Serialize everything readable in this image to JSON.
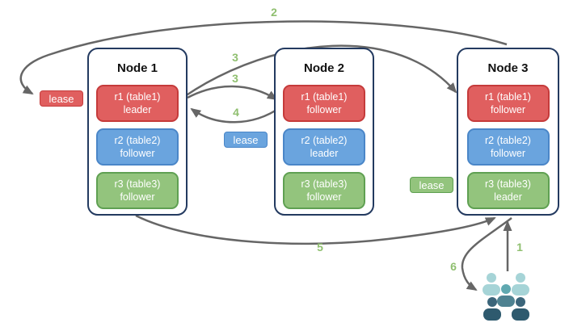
{
  "diagram": {
    "nodes": [
      {
        "title": "Node 1",
        "ranges": [
          {
            "name": "r1 (table1)",
            "role": "leader",
            "color": "#e05f5f"
          },
          {
            "name": "r2 (table2)",
            "role": "follower",
            "color": "#6aa4de"
          },
          {
            "name": "r3 (table3)",
            "role": "follower",
            "color": "#93c47d"
          }
        ]
      },
      {
        "title": "Node 2",
        "ranges": [
          {
            "name": "r1 (table1)",
            "role": "follower",
            "color": "#e05f5f"
          },
          {
            "name": "r2 (table2)",
            "role": "leader",
            "color": "#6aa4de"
          },
          {
            "name": "r3 (table3)",
            "role": "follower",
            "color": "#93c47d"
          }
        ]
      },
      {
        "title": "Node 3",
        "ranges": [
          {
            "name": "r1 (table1)",
            "role": "follower",
            "color": "#e05f5f"
          },
          {
            "name": "r2 (table2)",
            "role": "follower",
            "color": "#6aa4de"
          },
          {
            "name": "r3 (table3)",
            "role": "leader",
            "color": "#93c47d"
          }
        ]
      }
    ],
    "leases": [
      {
        "label": "lease",
        "color": "#e05f5f"
      },
      {
        "label": "lease",
        "color": "#6aa4de"
      },
      {
        "label": "lease",
        "color": "#93c47d"
      }
    ],
    "steps": {
      "s1": "1",
      "s2": "2",
      "s3a": "3",
      "s3b": "3",
      "s4": "4",
      "s5": "5",
      "s6": "6"
    },
    "colors": {
      "arrow": "#666666",
      "step_label": "#8fbf6f",
      "node_border": "#233a60",
      "red_fill": "#e05f5f",
      "red_border": "#c53b3b",
      "blue_fill": "#6aa4de",
      "blue_border": "#4a86c8",
      "green_fill": "#93c47d",
      "green_border": "#5fa052",
      "users_light": "#a6d4d7",
      "users_medium": "#5fa8b0",
      "users_dark": "#2e5a6e"
    }
  }
}
